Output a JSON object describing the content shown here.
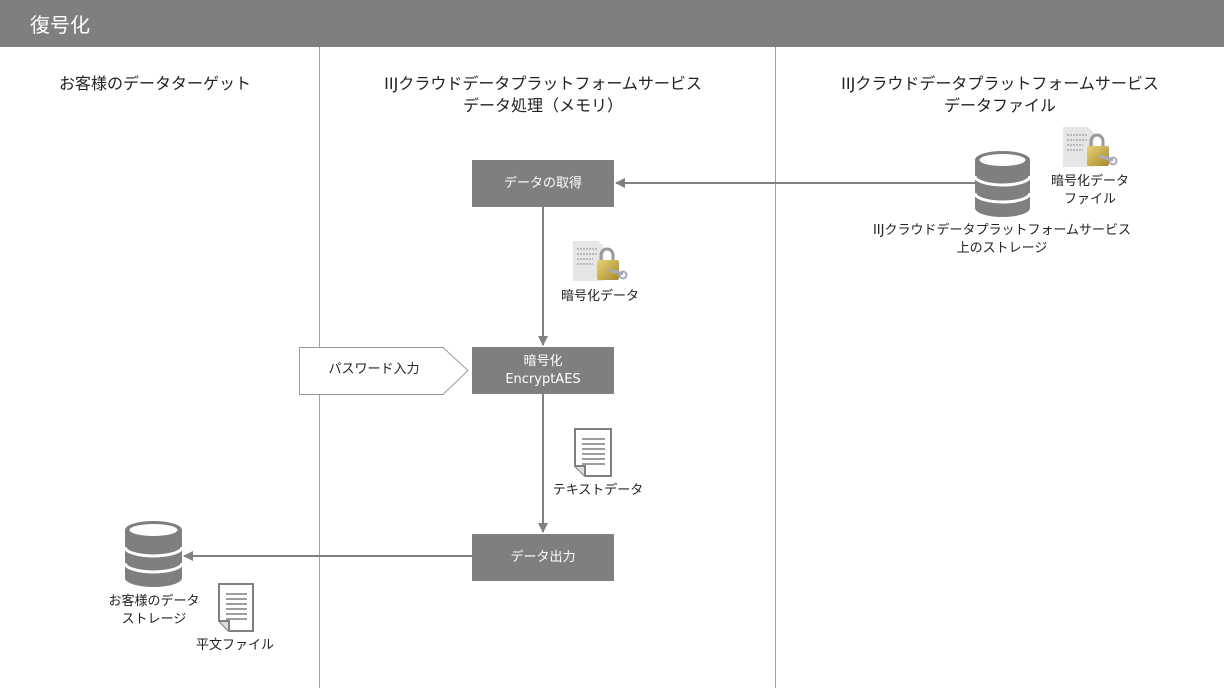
{
  "title": "復号化",
  "columns": [
    {
      "line1": "お客様のデータターゲット"
    },
    {
      "line1": "IIJクラウドデータプラットフォームサービス",
      "line2": "データ処理（メモリ）"
    },
    {
      "line1": "IIJクラウドデータプラットフォームサービス",
      "line2": "データファイル"
    }
  ],
  "boxes": {
    "get": "データの取得",
    "decrypt1": "暗号化",
    "decrypt2": "EncryptAES",
    "out": "データ出力"
  },
  "password": "パスワード入力",
  "labels": {
    "enc_file1": "暗号化データ",
    "enc_file2": "ファイル",
    "storage1": "IIJクラウドデータプラットフォームサービス",
    "storage2": "上のストレージ",
    "enc_data": "暗号化データ",
    "text_data": "テキストデータ",
    "cust1": "お客様のデータ",
    "cust2": "ストレージ",
    "plain": "平文ファイル"
  },
  "colors": {
    "header": "#7f7f7f",
    "box": "#7f7f7f",
    "line": "#808080"
  }
}
